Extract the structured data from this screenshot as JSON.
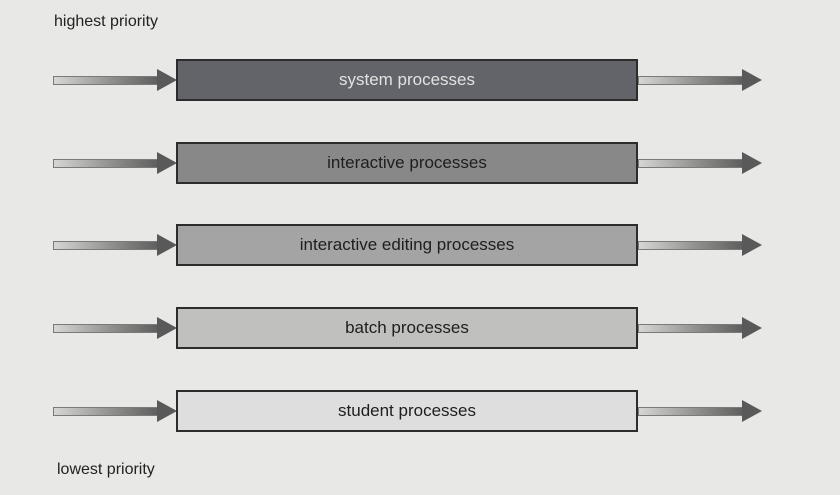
{
  "labels": {
    "top": "highest priority",
    "bottom": "lowest priority"
  },
  "queues": [
    {
      "label": "system processes",
      "fill": "#62646a",
      "text_color": "#e2e2e2"
    },
    {
      "label": "interactive processes",
      "fill": "#888888",
      "text_color": "#1e1e1e"
    },
    {
      "label": "interactive editing processes",
      "fill": "#a4a4a4",
      "text_color": "#1e1e1e"
    },
    {
      "label": "batch processes",
      "fill": "#c0c0bf",
      "text_color": "#1e1e1e"
    },
    {
      "label": "student processes",
      "fill": "#dedede",
      "text_color": "#1e1e1e"
    }
  ]
}
